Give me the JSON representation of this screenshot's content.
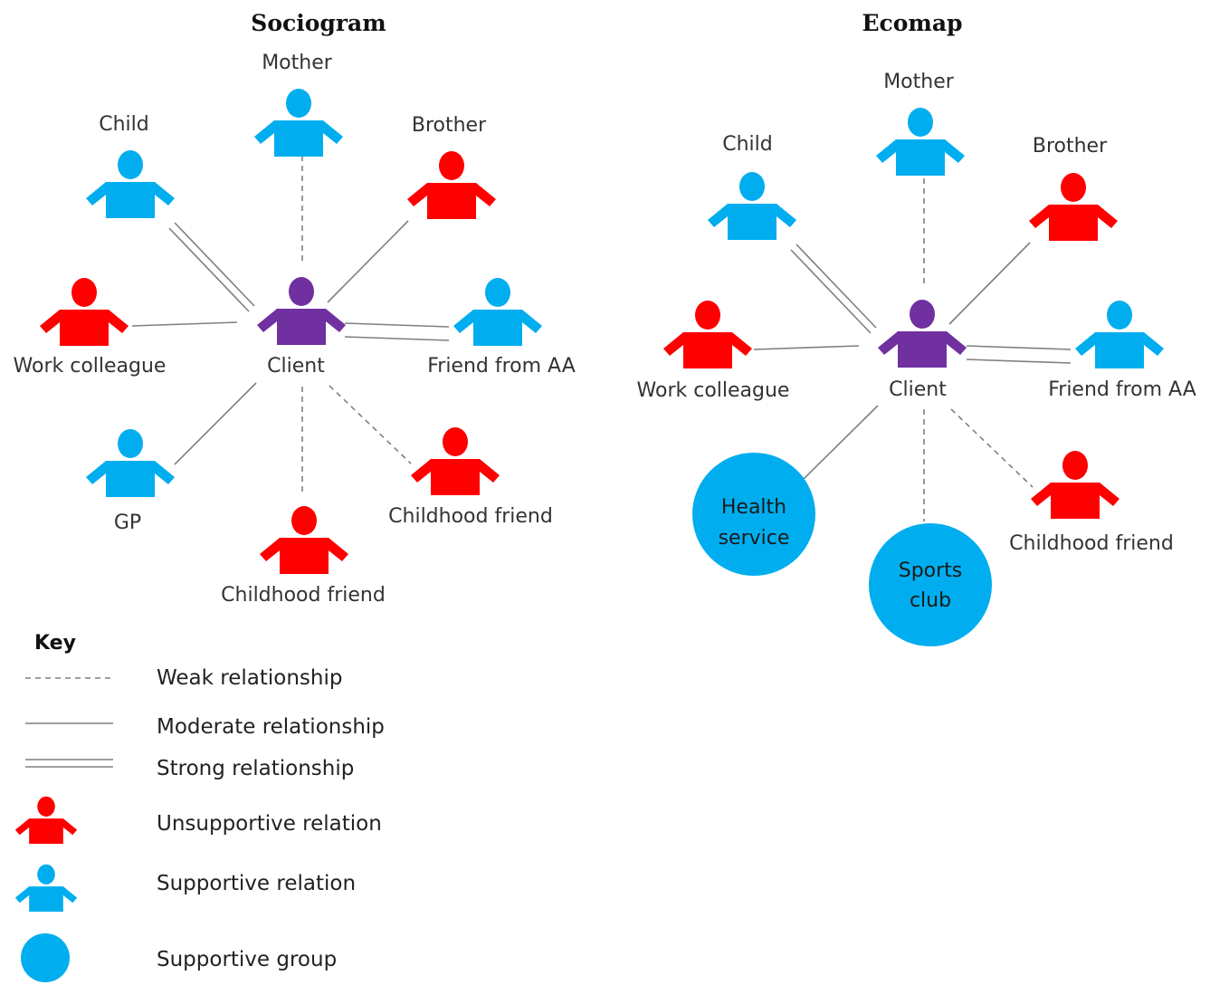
{
  "sociogram": {
    "title": "Sociogram",
    "client_label": "Client",
    "people": [
      {
        "id": "mother",
        "label": "Mother",
        "support": "supportive",
        "strength": "weak"
      },
      {
        "id": "child",
        "label": "Child",
        "support": "supportive",
        "strength": "strong"
      },
      {
        "id": "brother",
        "label": "Brother",
        "support": "unsupportive",
        "strength": "moderate"
      },
      {
        "id": "work-colleague",
        "label": "Work colleague",
        "support": "unsupportive",
        "strength": "moderate"
      },
      {
        "id": "friend-from-aa",
        "label": "Friend from AA",
        "support": "supportive",
        "strength": "strong"
      },
      {
        "id": "gp",
        "label": "GP",
        "support": "supportive",
        "strength": "moderate"
      },
      {
        "id": "childhood-friend-1",
        "label": "Childhood friend",
        "support": "unsupportive",
        "strength": "weak"
      },
      {
        "id": "childhood-friend-2",
        "label": "Childhood friend",
        "support": "unsupportive",
        "strength": "weak"
      }
    ]
  },
  "ecomap": {
    "title": "Ecomap",
    "client_label": "Client",
    "people": [
      {
        "id": "mother",
        "label": "Mother",
        "support": "supportive",
        "strength": "weak"
      },
      {
        "id": "child",
        "label": "Child",
        "support": "supportive",
        "strength": "strong"
      },
      {
        "id": "brother",
        "label": "Brother",
        "support": "unsupportive",
        "strength": "moderate"
      },
      {
        "id": "work-colleague",
        "label": "Work colleague",
        "support": "unsupportive",
        "strength": "moderate"
      },
      {
        "id": "friend-from-aa",
        "label": "Friend from AA",
        "support": "supportive",
        "strength": "strong"
      },
      {
        "id": "childhood-friend",
        "label": "Childhood friend",
        "support": "unsupportive",
        "strength": "weak"
      }
    ],
    "groups": [
      {
        "id": "health-service",
        "lines": [
          "Health",
          "service"
        ],
        "strength": "moderate"
      },
      {
        "id": "sports-club",
        "lines": [
          "Sports",
          "club"
        ],
        "strength": "weak"
      }
    ]
  },
  "key": {
    "title": "Key",
    "items": [
      {
        "id": "weak",
        "label": "Weak relationship"
      },
      {
        "id": "moderate",
        "label": "Moderate relationship"
      },
      {
        "id": "strong",
        "label": "Strong relationship"
      },
      {
        "id": "unsupportive",
        "label": "Unsupportive relation"
      },
      {
        "id": "supportive",
        "label": "Supportive relation"
      },
      {
        "id": "group",
        "label": "Supportive group"
      }
    ]
  },
  "colors": {
    "supportive": "#00aeef",
    "unsupportive": "#ff0000",
    "client": "#7030a0",
    "group": "#00aeef",
    "line": "#7f7f7f"
  }
}
